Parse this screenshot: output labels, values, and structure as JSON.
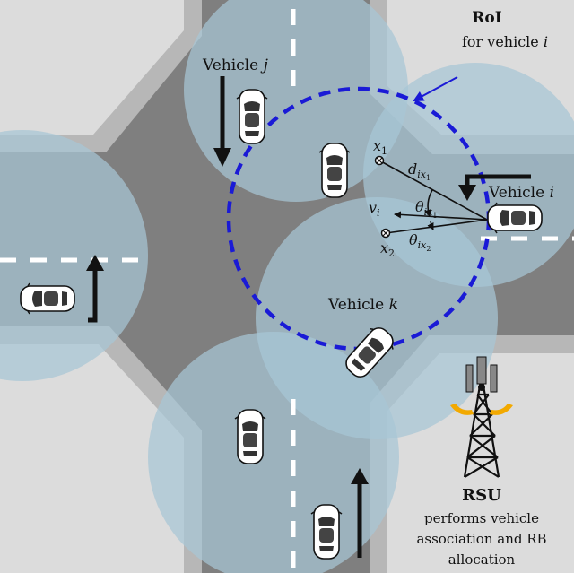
{
  "roi": {
    "title": "RoI",
    "subtitle_prefix": "for vehicle",
    "subtitle_var": "i"
  },
  "vehicles": {
    "j": {
      "label": "Vehicle",
      "var": "j"
    },
    "i": {
      "label": "Vehicle",
      "var": "i"
    },
    "k": {
      "label": "Vehicle",
      "var": "k"
    }
  },
  "points": {
    "x1": {
      "base": "x",
      "sub": "1"
    },
    "x2": {
      "base": "x",
      "sub": "2"
    }
  },
  "symbols": {
    "d": {
      "base": "d",
      "sub": "ix",
      "subsub": "1"
    },
    "theta1": {
      "base": "θ",
      "sub": "ix",
      "subsub": "1"
    },
    "theta2": {
      "base": "θ",
      "sub": "ix",
      "subsub": "2"
    },
    "v": {
      "base": "v",
      "sub": "i"
    }
  },
  "rsu": {
    "title": "RSU",
    "line1": "performs vehicle",
    "line2": "association and RB",
    "line3": "allocation"
  },
  "colors": {
    "road": "#7f7f7f",
    "sidewalk": "#b7b7b7",
    "block": "#dcdcdc",
    "coverage": "#a8c6d6",
    "roi_circle": "#1a1ad6",
    "arrow": "#111111",
    "signal": "#f2a900"
  }
}
